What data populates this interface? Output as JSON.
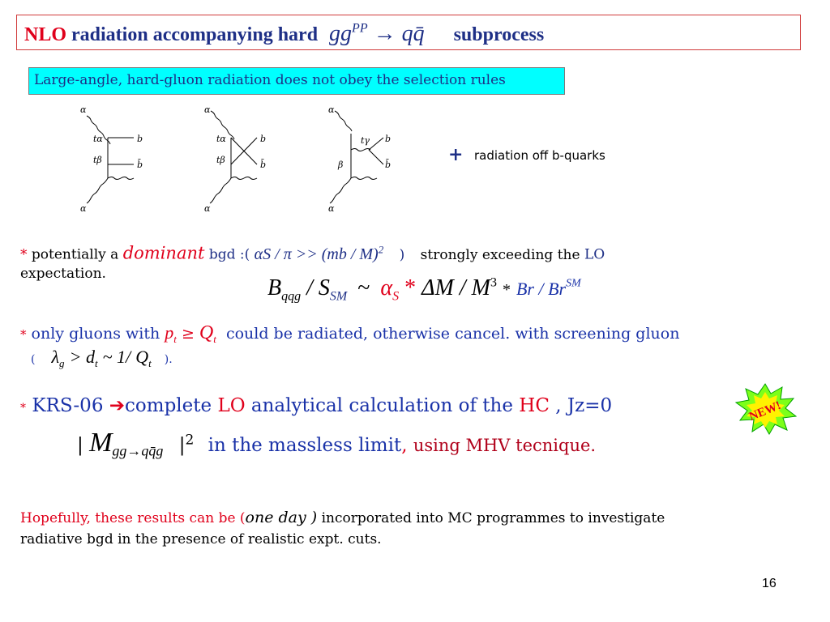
{
  "title": {
    "prefix": "NLO",
    "text": "radiation accompanying hard",
    "math": "gg",
    "math_sup": "PP",
    "arrow_target": "qq̄",
    "suffix": "subprocess"
  },
  "subtitle": "Large-angle, hard-gluon radiation does not obey the selection rules",
  "diagrams": {
    "plus": "+",
    "radiation_note": "radiation off  b-quarks",
    "labels": {
      "alpha": "α",
      "b": "b",
      "bbar": "b̄",
      "t_alpha": "tα",
      "t_beta": "tβ",
      "t_gamma": "tγ",
      "beta": "β"
    }
  },
  "item1": {
    "bullet": "*",
    "lead": "potentially a",
    "emph": "dominant",
    "mid": "bgd :(",
    "math": "αS / π >> (mb / M)",
    "math_sup": "2",
    "close": ")",
    "tail": "strongly exceeding the",
    "tail_colored": "LO",
    "line2": "expectation.",
    "formula": {
      "b": "B",
      "b_sub": "qqg",
      "slash_s": "/ S",
      "s_sub": "SM",
      "approx": "~",
      "alpha": "α",
      "alpha_sub": "S",
      "star": "*",
      "dm": "ΔM / M",
      "cube": "3",
      "star2": "*",
      "br": "Br / Br",
      "br_sup": "SM"
    }
  },
  "item2": {
    "bullet": "*",
    "lead": "only gluons with",
    "pt": "p",
    "pt_sub": "t",
    "geq": "≥",
    "qt": "Q",
    "qt_sub": "t",
    "tail": "could be radiated, otherwise cancel. with screening gluon",
    "line2_open": "(",
    "lambda": "λ",
    "lambda_sub": "g",
    "gt": "> d",
    "dt_sub": "t",
    "approx": "~ 1/",
    "q2": "Q",
    "q2_sub": "t",
    "line2_close": ")."
  },
  "item3": {
    "bullet": "*",
    "lead": "KRS-06",
    "arrow": "➔",
    "text1": "complete",
    "lo": "LO",
    "text2": "analytical calculation of the",
    "hc": "HC",
    "text3": ", Jz=0",
    "abs_open": "|",
    "m": "M",
    "m_sub": "gg→qq̄g",
    "abs_close": "|",
    "sq": "2",
    "text4": "in the massless limit",
    "comma": ",",
    "using": "using MHV tecnique.",
    "badge": "NEW!"
  },
  "item4": {
    "red_part": "Hopefully, these results can be (",
    "italic": "one day )",
    "rest": "incorporated into MC programmes to investigate",
    "line2": "radiative bgd in the presence of realistic expt. cuts."
  },
  "page_number": "16",
  "colors": {
    "red": "#e0001b",
    "navy": "#1e2f86",
    "blue": "#1a32a8",
    "cyan": "#00ffff",
    "badge_green": "#7cff1a",
    "badge_yellow": "#fff200"
  }
}
